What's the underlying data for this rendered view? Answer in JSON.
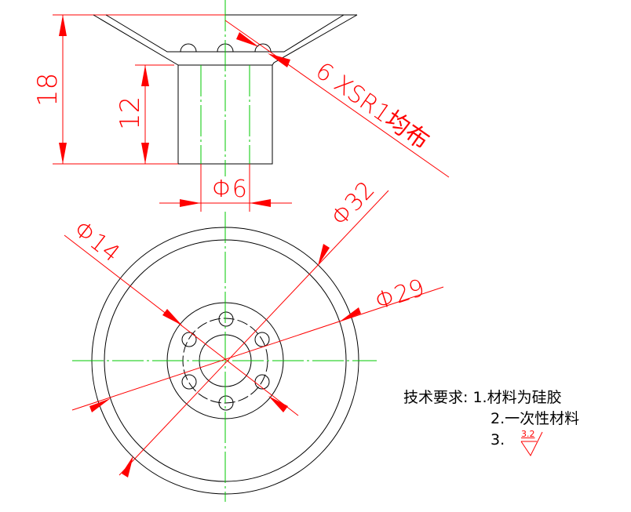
{
  "dimensions": {
    "height_total": "18",
    "height_body": "12",
    "hole_diameter": "Φ6",
    "sphere_note": "6 XSR1均布",
    "dia_32": "Φ32",
    "dia_29": "Φ29",
    "dia_14": "Φ14"
  },
  "notes": {
    "heading": "技术要求:",
    "items": [
      "1.材料为硅胶",
      "2.一次性材料",
      "3."
    ],
    "roughness_value": "3.2"
  }
}
